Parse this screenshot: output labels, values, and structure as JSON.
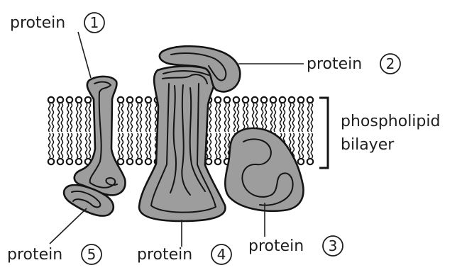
{
  "labels": {
    "protein_1": {
      "text": "protein",
      "number": "1"
    },
    "protein_2": {
      "text": "protein",
      "number": "2"
    },
    "protein_3": {
      "text": "protein",
      "number": "3"
    },
    "protein_4": {
      "text": "protein",
      "number": "4"
    },
    "protein_5": {
      "text": "protein",
      "number": "5"
    },
    "bilayer": {
      "line1": "phospholipid",
      "line2": "bilayer"
    }
  },
  "colors": {
    "protein_fill": "#9d9d9d",
    "outline": "#141414",
    "lipid_head": "#ffffff"
  }
}
